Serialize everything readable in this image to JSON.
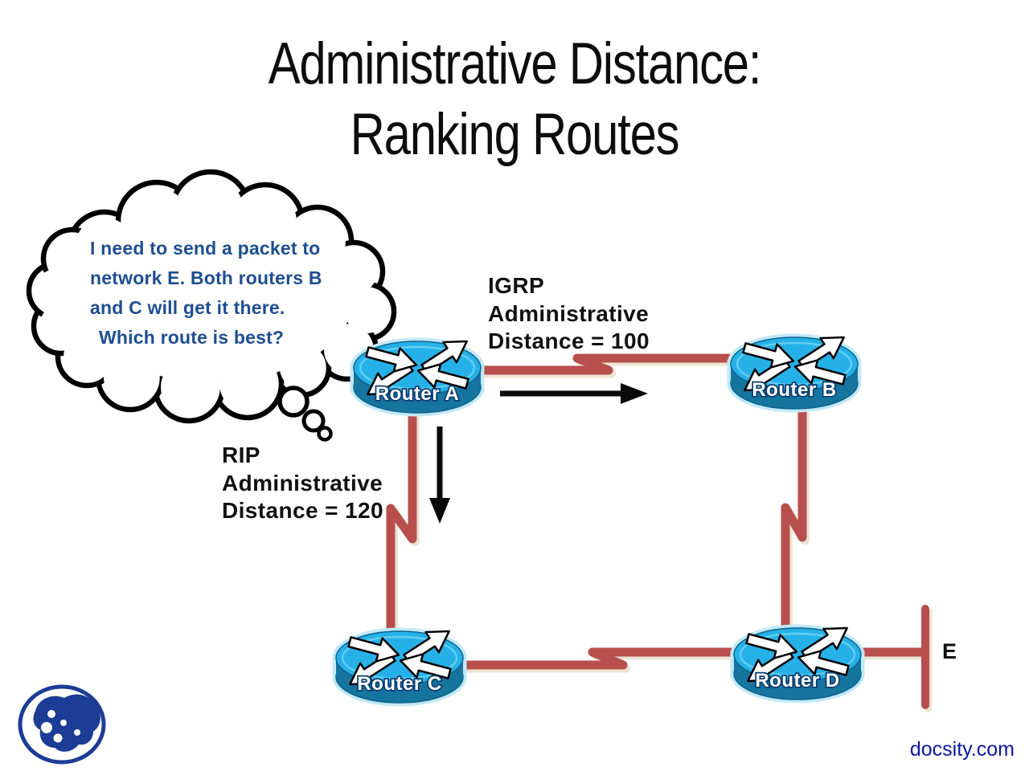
{
  "slide": {
    "title_lines": [
      "Administrative Distance:",
      "Ranking Routes"
    ],
    "footer_link": "docsity.com"
  },
  "thought_bubble": {
    "lines": [
      "I need to send a packet to",
      "network E. Both routers B",
      "and C will get it there.",
      "Which route is best?"
    ]
  },
  "annotations": {
    "igrp_lines": [
      "IGRP",
      "Administrative",
      "Distance = 100"
    ],
    "rip_lines": [
      "RIP",
      "Administrative",
      "Distance = 120"
    ]
  },
  "routers": [
    {
      "id": "A",
      "label": "Router A"
    },
    {
      "id": "B",
      "label": "Router B"
    },
    {
      "id": "C",
      "label": "Router C"
    },
    {
      "id": "D",
      "label": "Router D"
    }
  ],
  "network_segment": {
    "label": "E"
  },
  "icons": {
    "thought_cloud": "cloud-outline-shape",
    "router": "cisco-router-cylinder-with-crossed-arrows",
    "logo": "docsity-blue-circle-blob"
  },
  "colors": {
    "link_red": "#b84f4d",
    "link_shadow": "#ece5d3",
    "router_top_blue": "#25b1e8",
    "router_body_blue": "#15759e",
    "thought_text_blue": "#1e4e91",
    "footer_blue": "#0b16a0",
    "logo_navy": "#1c3c96",
    "arrow_black": "#0a0a0a"
  }
}
